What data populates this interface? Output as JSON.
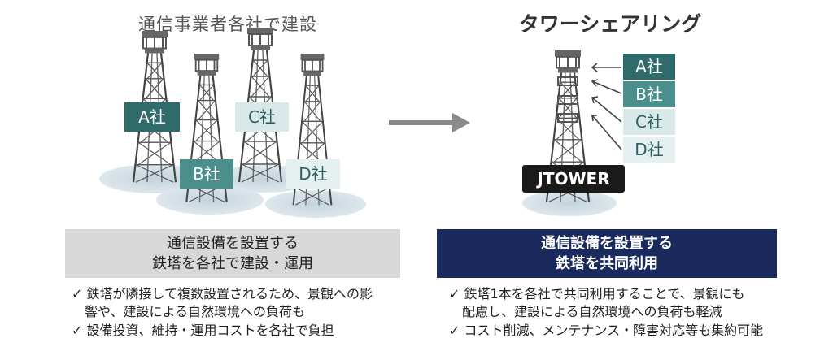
{
  "left": {
    "title": "通信事業者各社で建設",
    "companies": [
      "A社",
      "B社",
      "C社",
      "D社"
    ],
    "summary_lines": [
      "通信設備を設置する",
      "鉄塔を各社で建設・運用"
    ],
    "bullets": [
      [
        "✓ 鉄塔が隣接して複数設置されるため、景観への影",
        "　響や、建設による自然環境への負荷も"
      ],
      [
        "✓ 設備投資、維持・運用コストを各社で負担"
      ]
    ]
  },
  "right": {
    "title": "タワーシェアリング",
    "companies": [
      "A社",
      "B社",
      "C社",
      "D社"
    ],
    "brand": "JTOWER",
    "summary_lines": [
      "通信設備を設置する",
      "鉄塔を共同利用"
    ],
    "bullets": [
      [
        "✓ 鉄塔1本を各社で共同利用することで、景観にも",
        "　配慮し、建設による自然環境への負荷も軽減"
      ],
      [
        "✓ コスト削減、メンテナンス・障害対応等も集約可能"
      ]
    ]
  },
  "colors": {
    "teal_dark": "#2f6b6a",
    "teal_mid": "#4a8f8c",
    "teal_light": "#d9e9ea",
    "navy": "#1a2a5c",
    "gray_box": "#d8d8d8",
    "arrow": "#8a8a8a"
  },
  "icons": {
    "transition_arrow": "arrow-right-icon",
    "bullet": "check-icon",
    "tower": "lattice-tower-icon"
  }
}
